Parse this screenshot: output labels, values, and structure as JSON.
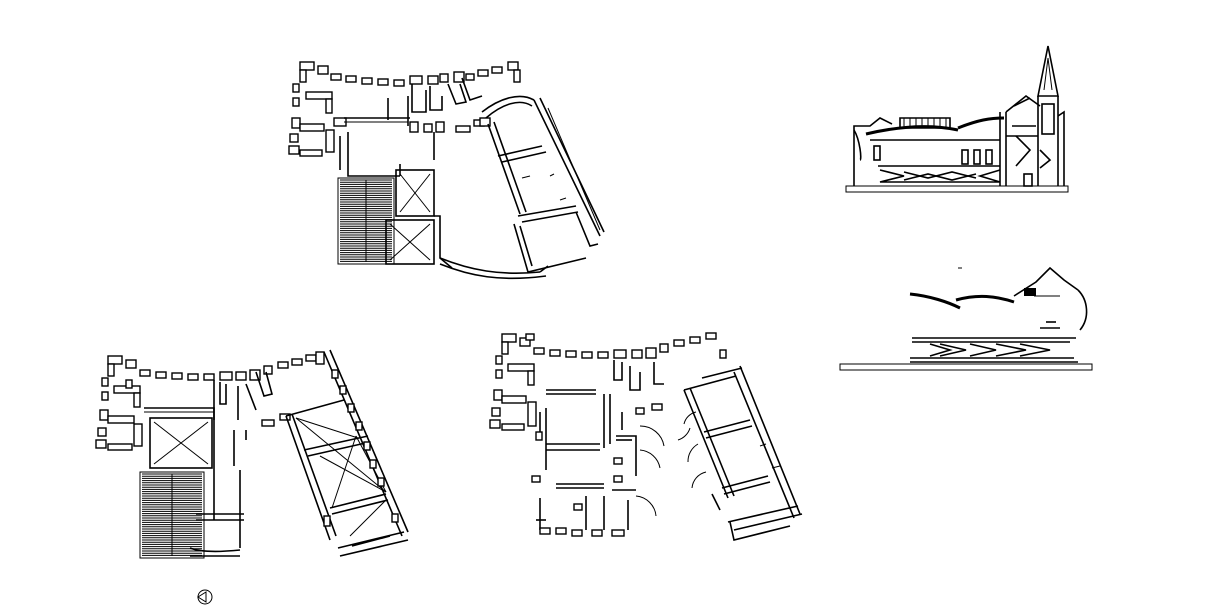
{
  "drawing": {
    "background": "#ffffff",
    "line_color": "#000000",
    "plans": [
      {
        "id": "upper-floor-plan"
      },
      {
        "id": "ground-floor-plan-left"
      },
      {
        "id": "ground-floor-plan-right"
      }
    ],
    "elevations": [
      {
        "id": "section-elevation-top"
      },
      {
        "id": "section-elevation-bottom"
      }
    ],
    "symbols": [
      {
        "id": "north-arrow-icon"
      }
    ]
  }
}
